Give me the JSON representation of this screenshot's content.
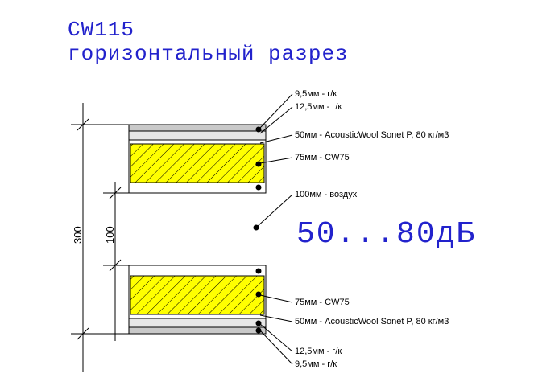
{
  "title": {
    "model": "CW115",
    "subtitle": "горизонтальный разрез"
  },
  "rating_text": "50...80дБ",
  "dimensions": {
    "total_mm": "300",
    "air_gap_mm": "100"
  },
  "layer_labels": {
    "top_wall": {
      "gypsum_9": "9,5мм - г/к",
      "gypsum_12": "12,5мм - г/к",
      "wool_50": "50мм - AcousticWool Sonet P, 80 кг/м3",
      "stud_75": "75мм - CW75"
    },
    "air_gap": "100мм - воздух",
    "bottom_wall": {
      "stud_75": "75мм - CW75",
      "wool_50": "50мм - AcousticWool Sonet P, 80 кг/м3",
      "gypsum_12": "12,5мм - г/к",
      "gypsum_9": "9,5мм - г/к"
    }
  },
  "colors": {
    "accent_blue": "#2222cc",
    "insulation_yellow": "#ffff00",
    "board_gray_dark": "#c9c9c9",
    "board_gray_light": "#e7e7e7",
    "line_black": "#000000"
  }
}
